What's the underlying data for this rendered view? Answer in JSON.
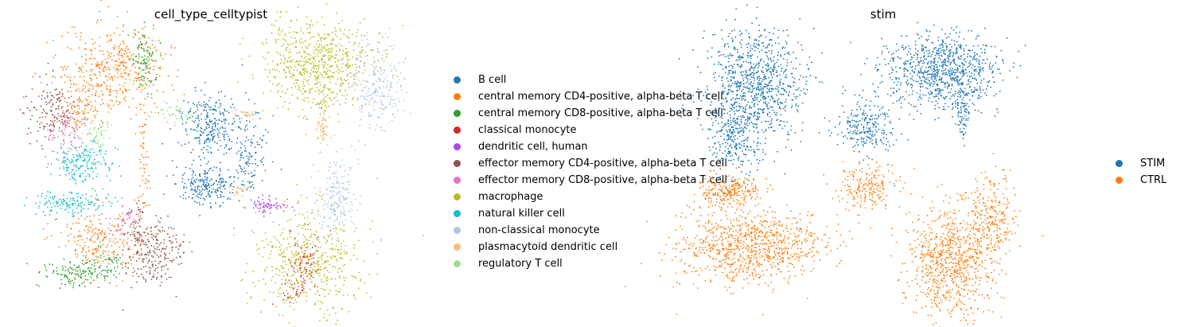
{
  "chart_data": [
    {
      "type": "scatter",
      "title": "cell_type_celltypist",
      "xlabel": "",
      "ylabel": "",
      "grid": false,
      "legend_position": "right",
      "series": [
        {
          "name": "B cell",
          "color": "#1f77b4",
          "clusters": [
            [
              0.62,
              0.33,
              0.045,
              0.06,
              260
            ],
            [
              0.61,
              0.55,
              0.05,
              0.035,
              220
            ],
            [
              0.75,
              0.43,
              0.035,
              0.08,
              140
            ]
          ]
        },
        {
          "name": "central memory CD4-positive, alpha-beta T cell",
          "color": "#ff7f0e",
          "clusters": [
            [
              0.3,
              0.12,
              0.09,
              0.08,
              420
            ],
            [
              0.2,
              0.26,
              0.05,
              0.05,
              120
            ],
            [
              0.25,
              0.75,
              0.07,
              0.06,
              220
            ],
            [
              0.4,
              0.48,
              0.01,
              0.1,
              60
            ]
          ]
        },
        {
          "name": "central memory CD8-positive, alpha-beta T cell",
          "color": "#2ca02c",
          "clusters": [
            [
              0.4,
              0.09,
              0.02,
              0.06,
              90
            ],
            [
              0.16,
              0.88,
              0.045,
              0.025,
              110
            ],
            [
              0.27,
              0.85,
              0.04,
              0.03,
              70
            ]
          ]
        },
        {
          "name": "classical monocyte",
          "color": "#d62728",
          "clusters": [
            [
              0.94,
              0.85,
              0.03,
              0.06,
              80
            ],
            [
              0.9,
              0.95,
              0.02,
              0.02,
              25
            ]
          ]
        },
        {
          "name": "dendritic cell, human",
          "color": "#b045f0",
          "clusters": [
            [
              0.82,
              0.63,
              0.035,
              0.015,
              70
            ]
          ]
        },
        {
          "name": "effector memory CD4-positive, alpha-beta T cell",
          "color": "#8c564b",
          "clusters": [
            [
              0.43,
              0.8,
              0.05,
              0.06,
              230
            ],
            [
              0.09,
              0.28,
              0.045,
              0.06,
              150
            ],
            [
              0.37,
              0.7,
              0.02,
              0.05,
              40
            ]
          ]
        },
        {
          "name": "effector memory CD8-positive, alpha-beta T cell",
          "color": "#e377c2",
          "clusters": [
            [
              0.14,
              0.36,
              0.03,
              0.06,
              80
            ],
            [
              0.34,
              0.69,
              0.03,
              0.03,
              50
            ]
          ]
        },
        {
          "name": "macrophage",
          "color": "#bcbd22",
          "clusters": [
            [
              0.98,
              0.1,
              0.09,
              0.08,
              650
            ],
            [
              1.0,
              0.26,
              0.01,
              0.06,
              40
            ],
            [
              0.95,
              0.83,
              0.09,
              0.1,
              520
            ]
          ]
        },
        {
          "name": "natural killer cell",
          "color": "#17becf",
          "clusters": [
            [
              0.2,
              0.47,
              0.05,
              0.035,
              180
            ],
            [
              0.16,
              0.62,
              0.065,
              0.025,
              150
            ]
          ]
        },
        {
          "name": "non-classical monocyte",
          "color": "#aec7e8",
          "clusters": [
            [
              1.17,
              0.18,
              0.05,
              0.08,
              240
            ],
            [
              1.05,
              0.6,
              0.035,
              0.07,
              180
            ]
          ]
        },
        {
          "name": "plasmacytoid dendritic cell",
          "color": "#ffbb78",
          "clusters": [
            [
              1.0,
              0.35,
              0.012,
              0.03,
              40
            ],
            [
              0.74,
              0.29,
              0.02,
              0.01,
              30
            ],
            [
              0.72,
              0.57,
              0.03,
              0.008,
              25
            ]
          ]
        },
        {
          "name": "regulatory T cell",
          "color": "#98df8a",
          "clusters": [
            [
              0.25,
              0.36,
              0.02,
              0.03,
              50
            ],
            [
              0.51,
              0.28,
              0.03,
              0.02,
              40
            ]
          ]
        }
      ]
    },
    {
      "type": "scatter",
      "title": "stim",
      "xlabel": "",
      "ylabel": "",
      "grid": false,
      "legend_position": "right",
      "series": [
        {
          "name": "STIM",
          "color": "#1f77b4",
          "clusters": [
            [
              0.22,
              0.18,
              0.08,
              0.1,
              900
            ],
            [
              0.15,
              0.38,
              0.04,
              0.07,
              250
            ],
            [
              0.58,
              0.34,
              0.05,
              0.05,
              250
            ],
            [
              0.83,
              0.13,
              0.09,
              0.07,
              900
            ],
            [
              0.9,
              0.3,
              0.01,
              0.05,
              60
            ]
          ]
        },
        {
          "name": "CTRL",
          "color": "#ff7f0e",
          "clusters": [
            [
              0.2,
              0.78,
              0.12,
              0.07,
              900
            ],
            [
              0.14,
              0.57,
              0.05,
              0.03,
              250
            ],
            [
              0.58,
              0.56,
              0.05,
              0.04,
              200
            ],
            [
              0.86,
              0.83,
              0.07,
              0.1,
              800
            ],
            [
              0.99,
              0.67,
              0.04,
              0.08,
              250
            ]
          ]
        }
      ]
    }
  ]
}
